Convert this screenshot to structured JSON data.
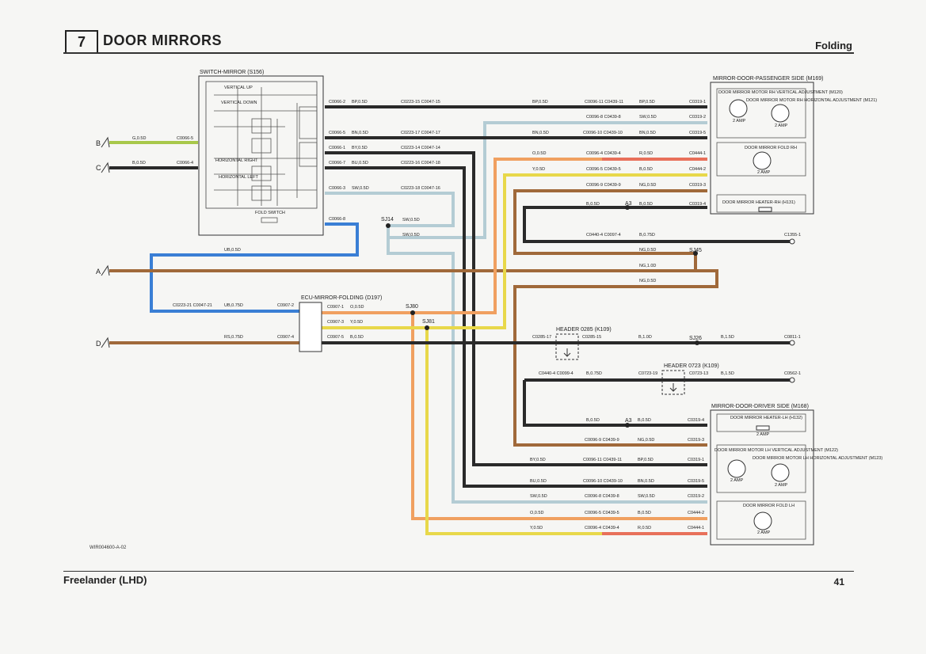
{
  "header": {
    "section_number": "7",
    "title": "DOOR MIRRORS",
    "subtitle": "Folding"
  },
  "footer": {
    "vehicle": "Freelander (LHD)",
    "page_number": "41"
  },
  "drawing_ref": "WIR004600-A-02",
  "colors": {
    "black": "#2a2a2a",
    "blue": "#3a7fd5",
    "brown": "#a0693a",
    "orange": "#f0a060",
    "yellow": "#e8d84a",
    "light_blue": "#b4ccd4",
    "green": "#a8c84a",
    "red": "#e8705a",
    "nat": "#b89a74"
  },
  "components": {
    "switch": {
      "title": "SWITCH-MIRROR (S156)",
      "fold_switch": "FOLD SWITCH",
      "inner": [
        "VERTICAL UP",
        "VERTICAL DOWN",
        "HORIZONTAL RIGHT",
        "HORIZONTAL LEFT"
      ]
    },
    "ecu": {
      "title": "ECU-MIRROR-FOLDING (D197)"
    },
    "passenger": {
      "title": "MIRROR-DOOR-PASSENGER SIDE (M169)",
      "motor1": "DOOR MIRROR MOTOR RH VERTICAL ADJUSTMENT (M120)",
      "motor2": "DOOR MIRROR MOTOR RH HORIZONTAL ADJUSTMENT (M121)",
      "fold_motor": "DOOR MIRROR FOLD RH",
      "heater": "DOOR MIRROR HEATER-RH (H131)"
    },
    "driver": {
      "title": "MIRROR-DOOR-DRIVER SIDE (M168)",
      "heater": "DOOR MIRROR HEATER-LH (H132)",
      "motor1": "DOOR MIRROR MOTOR LH VERTICAL ADJUSTMENT (M122)",
      "motor2": "DOOR MIRROR MOTOR LH HORIZONTAL ADJUSTMENT (M123)",
      "fold_motor": "DOOR MIRROR FOLD LH"
    },
    "header_0285": "HEADER 0285 (K109)",
    "header_0723": "HEADER 0723 (K109)"
  },
  "inputs": {
    "B": "B",
    "C": "C",
    "A": "A",
    "D": "D"
  },
  "splices": {
    "sj14": "SJ14",
    "sj80": "SJ80",
    "sj81": "SJ81",
    "sj45": "SJ45",
    "sj26": "SJ26",
    "a3_top": "A3",
    "a3_bot": "A3"
  },
  "labels": {
    "b_wire": "G,0.5D",
    "b_conn": "C0066-5",
    "c_wire": "B,0.5D",
    "c_conn": "C0066-4",
    "s_c2": "C0066-2",
    "s_c2w": "BP,0.5D",
    "s_c5": "C0066-5",
    "s_c5w": "BN,0.5D",
    "s_c1": "C0066-1",
    "s_c1w": "BY,0.5D",
    "s_c7": "C0066-7",
    "s_c7w": "BU,0.5D",
    "s_c3": "C0066-3",
    "s_c3w": "SW,0.5D",
    "s_c8": "C0066-8",
    "m1": "C0223-15 C0047-15",
    "m2": "C0223-17 C0047-17",
    "m3": "C0223-14 C0047-14",
    "m4": "C0223-16 C0047-18",
    "m5": "C0223-18 C0047-16",
    "sj14_w1": "SW,0.5D",
    "sj14_w2": "SW,0.5D",
    "ub_wire": "UB,0.5D",
    "e_l1": "C0223-21 C0047-21",
    "e_l1w": "UB,0.75D",
    "e_l1c": "C0907-2",
    "e_l2w": "RS,0.75D",
    "e_l2c": "C0907-4",
    "e_r1": "C0907-1",
    "e_r1w": "O,0.5D",
    "e_r2": "C0907-3",
    "e_r2w": "Y,0.5D",
    "e_r3": "C0907-5",
    "e_r3w": "B,0.5D",
    "p_r1w": "BP,0.5D",
    "p_r1c": "C0096-11 C0439-11",
    "p_r1w2": "BP,0.5D",
    "p_r1e": "C0319-1",
    "p_r2c": "C0096-8 C0439-8",
    "p_r2w2": "SW,0.5D",
    "p_r2e": "C0319-2",
    "p_r3w": "BN,0.5D",
    "p_r3c": "C0096-10 C0439-10",
    "p_r3w2": "BN,0.5D",
    "p_r3e": "C0319-5",
    "p_r4w": "O,0.5D",
    "p_r4c": "C0096-4 C0439-4",
    "p_r4w2": "R,0.5D",
    "p_r4e": "C0444-1",
    "p_r5w": "Y,0.5D",
    "p_r5c": "C0096-5 C0439-5",
    "p_r5w2": "B,0.5D",
    "p_r5e": "C0444-2",
    "p_r6c": "C0096-9 C0439-9",
    "p_r6w2": "NG,0.5D",
    "p_r6e": "C0319-3",
    "p_h1w": "B,0.5D",
    "p_h1w2": "B,0.5D",
    "p_h1e": "C0319-4",
    "p_g1c": "C0440-4 C0097-4",
    "p_g1w": "B,0.75D",
    "p_g1e": "C1355-1",
    "ng1": "NG,0.5D",
    "ng2": "NG,1.0D",
    "ng3": "NG,0.5D",
    "h1_l": "C0285-17",
    "h1_r": "C0285-15",
    "h1_w": "B,1.0D",
    "h1_w2": "B,1.5D",
    "h1_e": "C0811-1",
    "h2_l": "C0440-4 C0099-4",
    "h2_w": "B,0.75D",
    "h2_c": "C0723-19",
    "h2_r": "C0723-13",
    "h2_w2": "B,1.5D",
    "h2_e": "C0562-1",
    "d_h1w": "B,0.5D",
    "d_h1w2": "B,0.5D",
    "d_h1e": "C0319-4",
    "d_r1c": "C0096-9 C0439-9",
    "d_r1w2": "NG,0.5D",
    "d_r1e": "C0319-3",
    "d_r2w": "BY,0.5D",
    "d_r2c": "C0096-11 C0439-11",
    "d_r2w2": "BP,0.5D",
    "d_r2e": "C0319-1",
    "d_r3w": "BU,0.5D",
    "d_r3c": "C0096-10 C0439-10",
    "d_r3w2": "BN,0.5D",
    "d_r3e": "C0319-5",
    "d_r4w": "SW,0.5D",
    "d_r4c": "C0096-8 C0439-8",
    "d_r4w2": "SW,0.5D",
    "d_r4e": "C0319-2",
    "d_r5w": "O,0.5D",
    "d_r5c": "C0096-5 C0439-5",
    "d_r5w2": "B,0.5D",
    "d_r5e": "C0444-2",
    "d_r6w": "Y,0.5D",
    "d_r6c": "C0096-4 C0439-4",
    "d_r6w2": "R,0.5D",
    "d_r6e": "C0444-1",
    "amp": "2 AMP"
  }
}
